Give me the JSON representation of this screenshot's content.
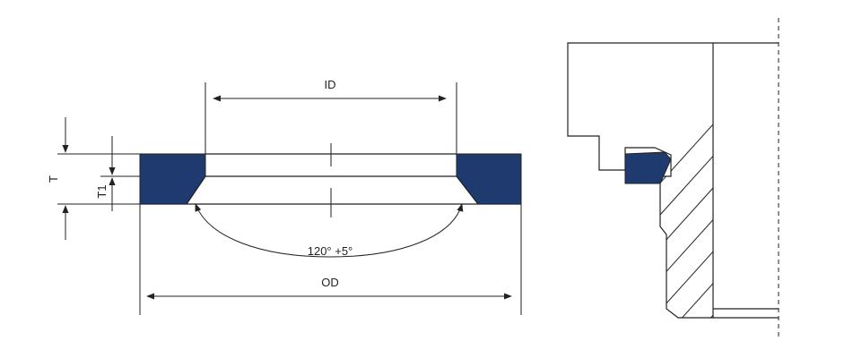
{
  "labels": {
    "id": "ID",
    "od": "OD",
    "t": "T",
    "t1": "T1",
    "angle": "120° +5°"
  },
  "colors": {
    "seal": "#1e3a6e",
    "line": "#222222",
    "background": "#ffffff"
  }
}
